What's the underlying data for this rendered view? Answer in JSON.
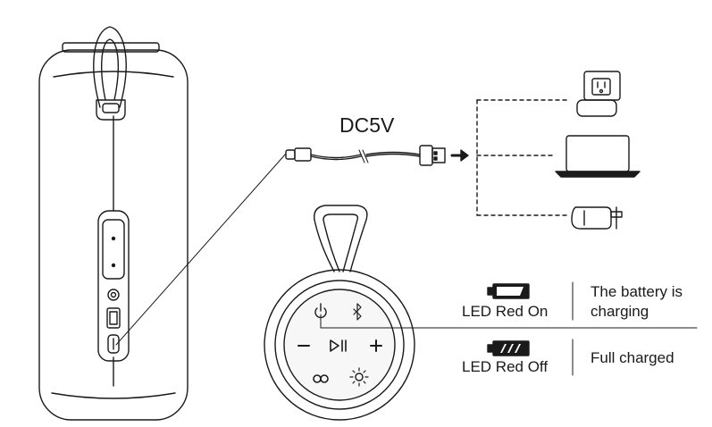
{
  "cable": {
    "label": "DC5V"
  },
  "power_sources": {
    "items": [
      "wall-outlet-icon",
      "laptop-icon",
      "car-charger-icon"
    ]
  },
  "control_panel": {
    "buttons": [
      "power-icon",
      "bluetooth-icon",
      "minus-icon",
      "play-pause-icon",
      "plus-icon",
      "link-icon",
      "light-icon"
    ]
  },
  "led_states": [
    {
      "led": "LED Red On",
      "status": "The battery is charging"
    },
    {
      "led": "LED Red Off",
      "status": "Full charged"
    }
  ],
  "colors": {
    "line": "#1a1a1a",
    "speaker_face": "#f7f7f7",
    "bg": "#ffffff"
  }
}
